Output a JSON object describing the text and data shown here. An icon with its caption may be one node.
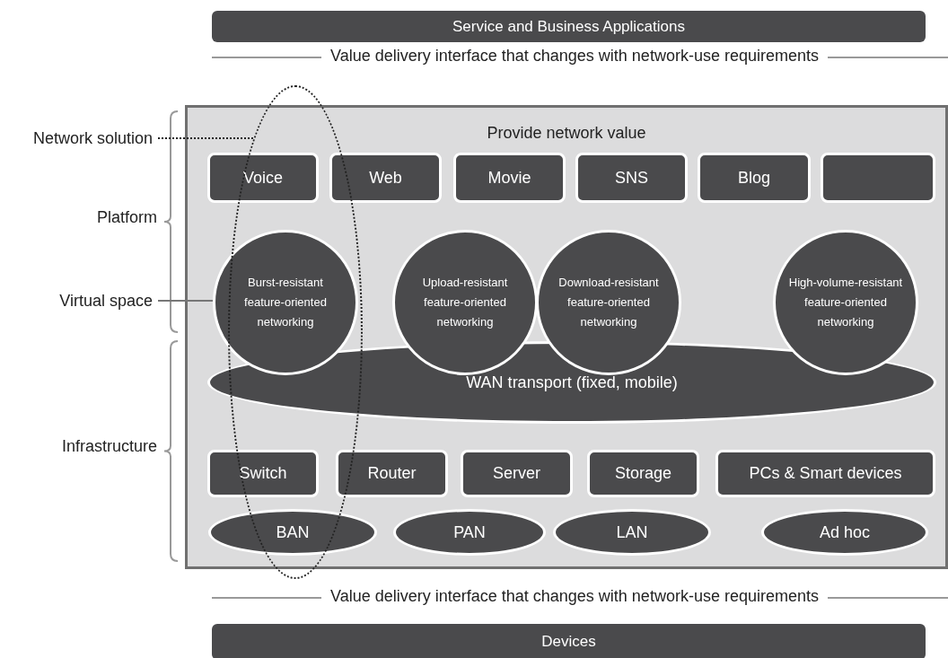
{
  "diagram": {
    "nodes": [
      {
        "text": [
          "Service and Business Applications"
        ]
      },
      {
        "text": [
          "Provide network value"
        ]
      },
      {
        "text": [
          "Voice"
        ],
        "in": 1
      },
      {
        "text": [
          "Web"
        ],
        "in": 1
      },
      {
        "text": [
          "Movie"
        ],
        "in": 1
      },
      {
        "text": [
          "SNS"
        ],
        "in": 1
      },
      {
        "text": [
          "Blog"
        ],
        "in": 1
      },
      {
        "text": [],
        "shape": "box",
        "in": 1
      },
      {
        "text": [
          "Burst-resistant feature-oriented networking"
        ],
        "in": 1
      },
      {
        "text": [
          "Upload-resistant feature-oriented networking"
        ],
        "in": 1
      },
      {
        "text": [
          "Download-resistant feature-oriented networking"
        ],
        "in": 1
      },
      {
        "text": [
          "High-volume-resistant feature-oriented networking"
        ],
        "in": 1
      },
      {
        "text": [
          "WAN transport (fixed, mobile)"
        ],
        "in": 1
      },
      {
        "text": [
          "Switch"
        ],
        "in": 1
      },
      {
        "text": [
          "Router"
        ],
        "in": 1
      },
      {
        "text": [
          "Server"
        ],
        "in": 1
      },
      {
        "text": [
          "Storage"
        ],
        "in": 1
      },
      {
        "text": [
          "PCs & Smart devices"
        ],
        "in": 1
      },
      {
        "text": [
          "BAN"
        ],
        "in": 1
      },
      {
        "text": [
          "PAN"
        ],
        "in": 1
      },
      {
        "text": [
          "LAN"
        ],
        "in": 1
      },
      {
        "text": [
          "Ad hoc"
        ],
        "in": 1
      },
      {
        "text": [
          "Devices"
        ]
      },
      {
        "text": [
          "Network solution"
        ]
      },
      {
        "text": [],
        "shape": "ellipse"
      },
      {
        "text": [
          "Virtual space"
        ]
      }
    ],
    "edges": [
      {
        "from": 23,
        "to": 24,
        "arrow": "none",
        "style": "dashed"
      },
      {
        "from": 25,
        "to": 8,
        "arrow": "none"
      }
    ],
    "labels": [
      "Value delivery interface that changes with network-use requirements",
      "Platform",
      "Infrastructure",
      "Value delivery interface that changes with network-use requirements"
    ]
  }
}
